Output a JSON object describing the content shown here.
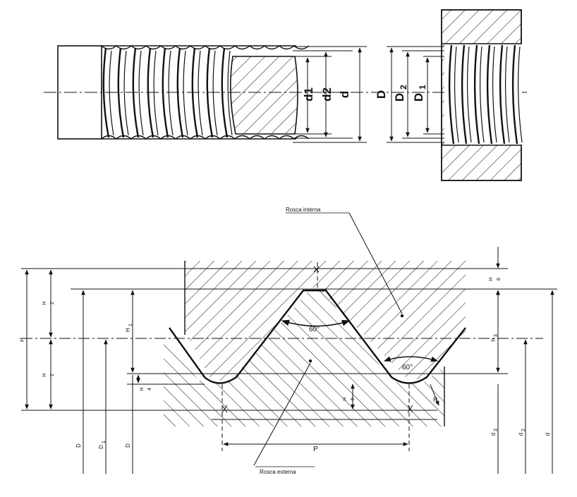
{
  "top_labels": {
    "d1": "d1",
    "d2": "d2",
    "d": "d",
    "D": "D",
    "D2": "D",
    "D2_sub": "2",
    "D1": "D",
    "D1_sub": "1"
  },
  "profile": {
    "internal_thread_label": "Rosca interna",
    "external_thread_label": "Rosca externa",
    "angle_label": "60°",
    "pitch_label": "P",
    "radius_label": "R",
    "H": "H",
    "H_over_2_num": "H",
    "H_over_2_den": "2",
    "H1": "H",
    "H1_sub": "1",
    "H_over_8_num": "H",
    "H_over_8_den": "8",
    "H_over_4_num": "H",
    "H_over_4_den": "4",
    "H_over_6_num": "H",
    "H_over_6_den": "6",
    "h3": "h",
    "h3_sub": "3",
    "left_D": "D",
    "left_D1": "D",
    "left_D1_sub": "1",
    "left_D2": "D",
    "right_d3": "d",
    "right_d3_sub": "3",
    "right_d2": "d",
    "right_d2_sub": "2",
    "right_d": "d"
  }
}
